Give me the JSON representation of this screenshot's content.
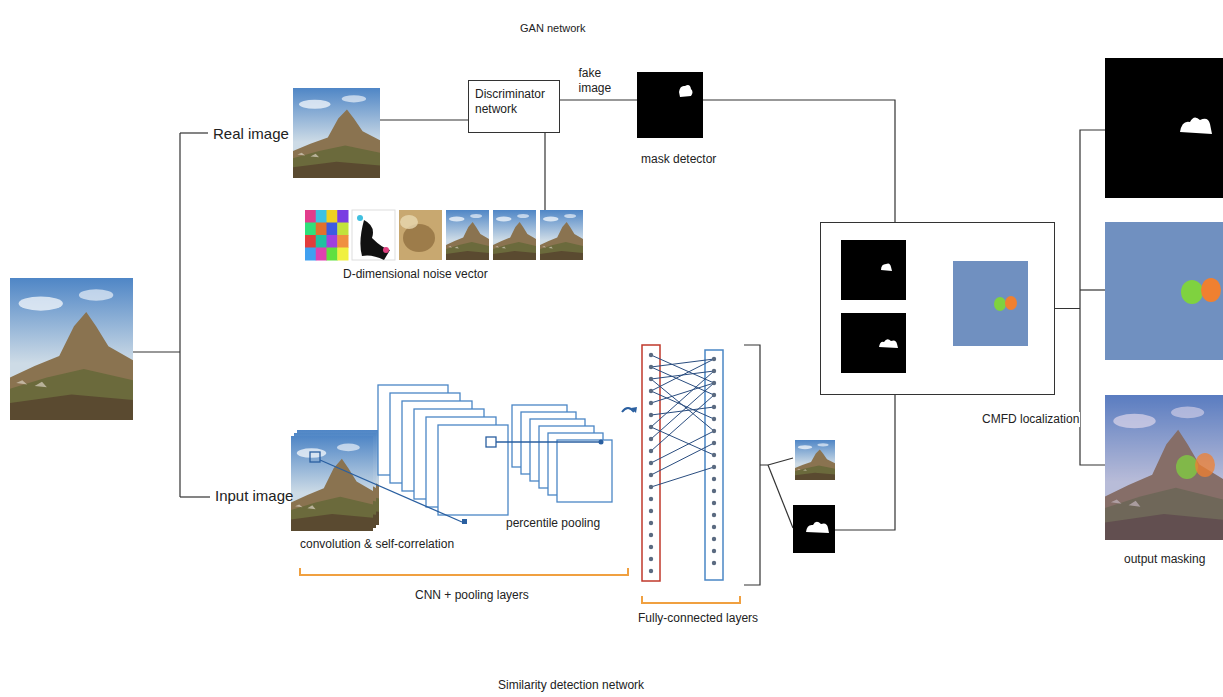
{
  "diagram": {
    "nodes": [
      {
        "text": [
          "Discriminator network"
        ]
      },
      {
        "text": [
          "mask detector"
        ]
      },
      {
        "text": [
          "CMFD localization"
        ]
      },
      {
        "text": [
          "output masking"
        ]
      }
    ],
    "edges": [
      {
        "from": 0,
        "to": 1,
        "label": "fake image",
        "arrow": "none"
      },
      {
        "from": 1,
        "to": 2,
        "arrow": "none"
      },
      {
        "from": 2,
        "to": 3,
        "arrow": "none"
      }
    ],
    "labels": [
      "GAN network",
      "Real image",
      "D-dimensional noise vector",
      "Input image",
      "convolution & self-correlation",
      "percentile pooling",
      "CNN + pooling layers",
      "Fully-connected layers",
      "Similarity detection network"
    ]
  }
}
